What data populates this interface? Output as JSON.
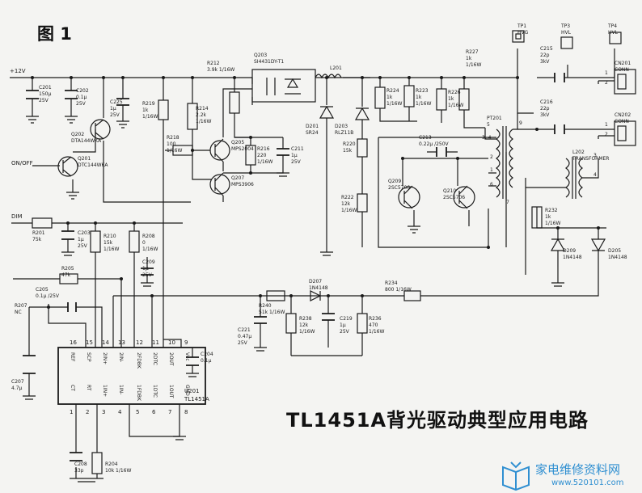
{
  "figure_label": "图 1",
  "title": "TL1451A背光驱动典型应用电路",
  "watermark": {
    "name": "家电维修资料网",
    "url": "www.520101.com",
    "icon": "book-icon",
    "color": "#2f8fd1"
  },
  "nets": {
    "vin": "+12V",
    "onoff": "ON/OFF",
    "dim": "DIM"
  },
  "components": {
    "C201": [
      "C201",
      "150μ",
      "25V"
    ],
    "C202": [
      "C202",
      "0.1μ",
      "25V"
    ],
    "Q202": [
      "Q202",
      "DTA144WKA"
    ],
    "Q201": [
      "Q201",
      "DTC144WKA"
    ],
    "C225": [
      "C225",
      "1μ",
      "25V"
    ],
    "R219": [
      "R219",
      "1k",
      "1/16W"
    ],
    "R212": [
      "R212",
      "3.9k 1/16W"
    ],
    "R214": [
      "R214",
      "2.2k",
      "1/16W"
    ],
    "R218": [
      "R218",
      "100",
      "1/16W"
    ],
    "Q205": [
      "Q205",
      "MPS2004"
    ],
    "Q207": [
      "Q207",
      "MPS3906"
    ],
    "R216": [
      "R216",
      "220",
      "1/16W"
    ],
    "C211": [
      "C211",
      "1μ",
      "25V"
    ],
    "Q203": [
      "Q203",
      "SI4431DY-T1"
    ],
    "D201": [
      "D201",
      "SR24"
    ],
    "L201": [
      "L201"
    ],
    "D203": [
      "D203",
      "RLZ11B"
    ],
    "R224": [
      "R224",
      "1k",
      "1/16W"
    ],
    "R223": [
      "R223",
      "1k",
      "1/16W"
    ],
    "R226": [
      "R226",
      "1k",
      "1/16W"
    ],
    "R227": [
      "R227",
      "1k",
      "1/16W"
    ],
    "R220": [
      "R220",
      "15k"
    ],
    "R222": [
      "R222",
      "12k",
      "1/16W"
    ],
    "C213": [
      "C213",
      "0.22μ /250V"
    ],
    "Q209": [
      "Q209",
      "2SC5706"
    ],
    "Q210": [
      "Q210",
      "2SC5706"
    ],
    "PT201": [
      "PT201"
    ],
    "TP1": [
      "TP1",
      "HVG"
    ],
    "TP3": [
      "TP3",
      "HVL"
    ],
    "TP4": [
      "TP4",
      "HVL"
    ],
    "C215": [
      "C215",
      "22p",
      "3kV"
    ],
    "C216": [
      "C216",
      "22p",
      "3kV"
    ],
    "CN201": [
      "CN201",
      "CONN"
    ],
    "CN202": [
      "CN202",
      "CONN"
    ],
    "L202": [
      "L202",
      "TRANSFORMER"
    ],
    "R232": [
      "R232",
      "1k",
      "1/16W"
    ],
    "D209": [
      "D209",
      "1N4148"
    ],
    "D205": [
      "D205",
      "1N4148"
    ],
    "R201": [
      "R201",
      "75k"
    ],
    "C203": [
      "C203",
      "1μ",
      "25V"
    ],
    "R210": [
      "R210",
      "15k",
      "1/16W"
    ],
    "R208": [
      "R208",
      "0",
      "1/16W"
    ],
    "R205": [
      "R205",
      "47k"
    ],
    "C209": [
      "C209",
      "1μ",
      "25V"
    ],
    "C205": [
      "C205",
      "0.1μ /25V"
    ],
    "R207": [
      "R207",
      "NC"
    ],
    "D207": [
      "D207",
      "1N4148"
    ],
    "R234": [
      "R234",
      "800 1/16W"
    ],
    "R240": [
      "R240",
      "51k 1/16W"
    ],
    "C221": [
      "C221",
      "0.47μ",
      "25V"
    ],
    "R238": [
      "R238",
      "12k",
      "1/16W"
    ],
    "C219": [
      "C219",
      "1μ",
      "25V"
    ],
    "R236": [
      "R236",
      "470",
      "1/16W"
    ],
    "C204": [
      "C204",
      "0.1μ"
    ],
    "C207": [
      "C207",
      "4.7μ"
    ],
    "C208": [
      "C208",
      "33p"
    ],
    "R204": [
      "R204",
      "10k 1/16W"
    ]
  },
  "ic": {
    "ref": "U201",
    "part": "TL1451A",
    "top_pins": [
      "16",
      "15",
      "14",
      "13",
      "12",
      "11",
      "10",
      "9"
    ],
    "top_names": [
      "REF",
      "SCP",
      "2IN+",
      "2IN-",
      "2FDBK",
      "2DTC",
      "2OUT",
      "Vcc"
    ],
    "bottom_names": [
      "CT",
      "RT",
      "1IN+",
      "1IN-",
      "1FDBK",
      "1DTC",
      "1OUT",
      "GND"
    ],
    "bottom_pins": [
      "1",
      "2",
      "3",
      "4",
      "5",
      "6",
      "7",
      "8"
    ]
  },
  "pt201_pins": [
    "5",
    "3, 4",
    "2",
    "1",
    "6",
    "7",
    "9"
  ],
  "conn_pins": [
    "1",
    "2",
    "1",
    "2"
  ],
  "l202_pins": [
    "3",
    "4"
  ]
}
